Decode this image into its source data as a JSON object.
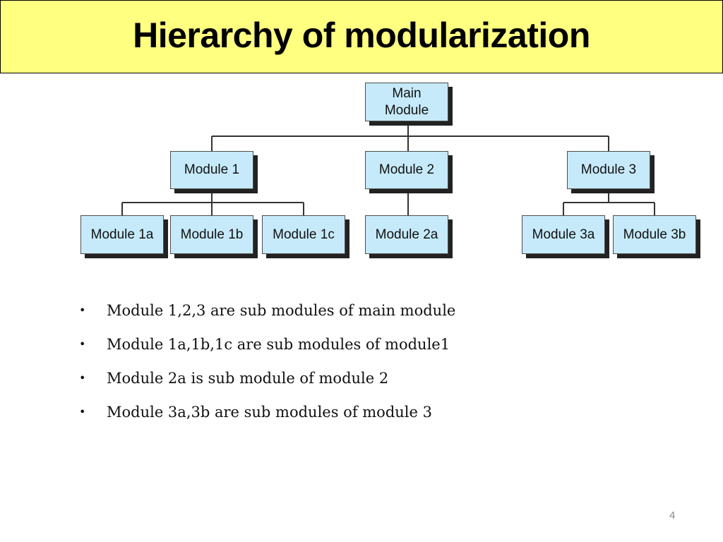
{
  "title": "Hierarchy of modularization",
  "diagram": {
    "main": "Main\nModule",
    "modules": [
      {
        "label": "Module 1",
        "children": [
          "Module 1a",
          "Module 1b",
          "Module 1c"
        ]
      },
      {
        "label": "Module 2",
        "children": [
          "Module 2a"
        ]
      },
      {
        "label": "Module 3",
        "children": [
          "Module 3a",
          "Module 3b"
        ]
      }
    ]
  },
  "colors": {
    "title_background": "#ffff80",
    "node_fill": "#c6eafa",
    "node_shadow": "#222222"
  },
  "bullets": [
    "Module 1,2,3 are sub modules of main module",
    "Module 1a,1b,1c are sub modules of module1",
    "Module 2a is sub module of module 2",
    "Module 3a,3b are sub modules of module 3"
  ],
  "page_number": "4"
}
